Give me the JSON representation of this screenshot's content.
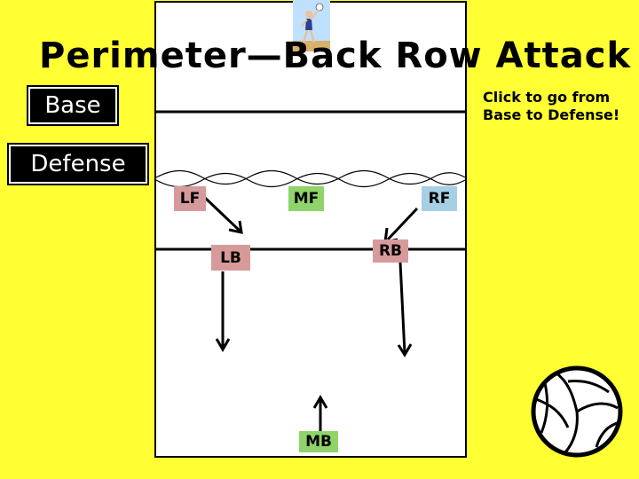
{
  "title": "Perimeter—Back Row Attack",
  "buttons": {
    "base": "Base",
    "defense": "Defense"
  },
  "hint": {
    "line1": "Click to go from",
    "line2": "Base to Defense!"
  },
  "players": {
    "lf": "LF",
    "mf": "MF",
    "rf": "RF",
    "lb": "LB",
    "rb": "RB",
    "mb": "MB"
  },
  "icons": [
    "volleyball-player-icon",
    "volleyball-icon"
  ],
  "colors": {
    "background": "#ffff33",
    "front_row": "#d79a9a",
    "middle": "#8fd36a",
    "right": "#a6cfe3"
  }
}
